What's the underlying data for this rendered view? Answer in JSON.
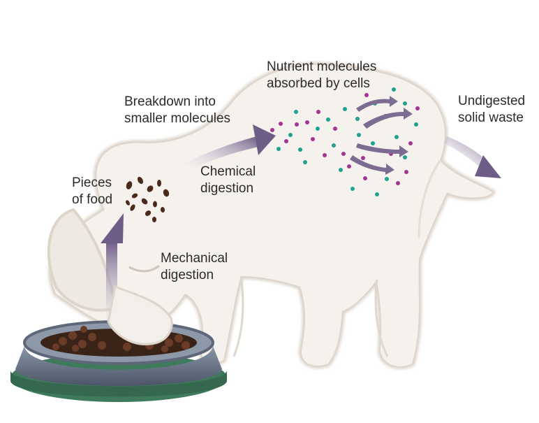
{
  "labels": {
    "pieces_of_food": [
      "Pieces",
      "of food"
    ],
    "mechanical_digestion": [
      "Mechanical",
      "digestion"
    ],
    "breakdown": [
      "Breakdown into",
      "smaller molecules"
    ],
    "chemical_digestion": [
      "Chemical",
      "digestion"
    ],
    "nutrient_absorption": [
      "Nutrient molecules",
      "absorbed by cells"
    ],
    "undigested_waste": [
      "Undigested",
      "solid waste"
    ]
  },
  "colors": {
    "dog_body": "#f1ede8",
    "dog_outline": "#d5ccc2",
    "arrow": "#7d6c92",
    "molecule_teal": "#1fa18f",
    "molecule_magenta": "#a63393",
    "food_pieces": "#4a2a1c",
    "bowl_steel": "#6f7b8e",
    "bowl_base": "#3f7a5d"
  }
}
